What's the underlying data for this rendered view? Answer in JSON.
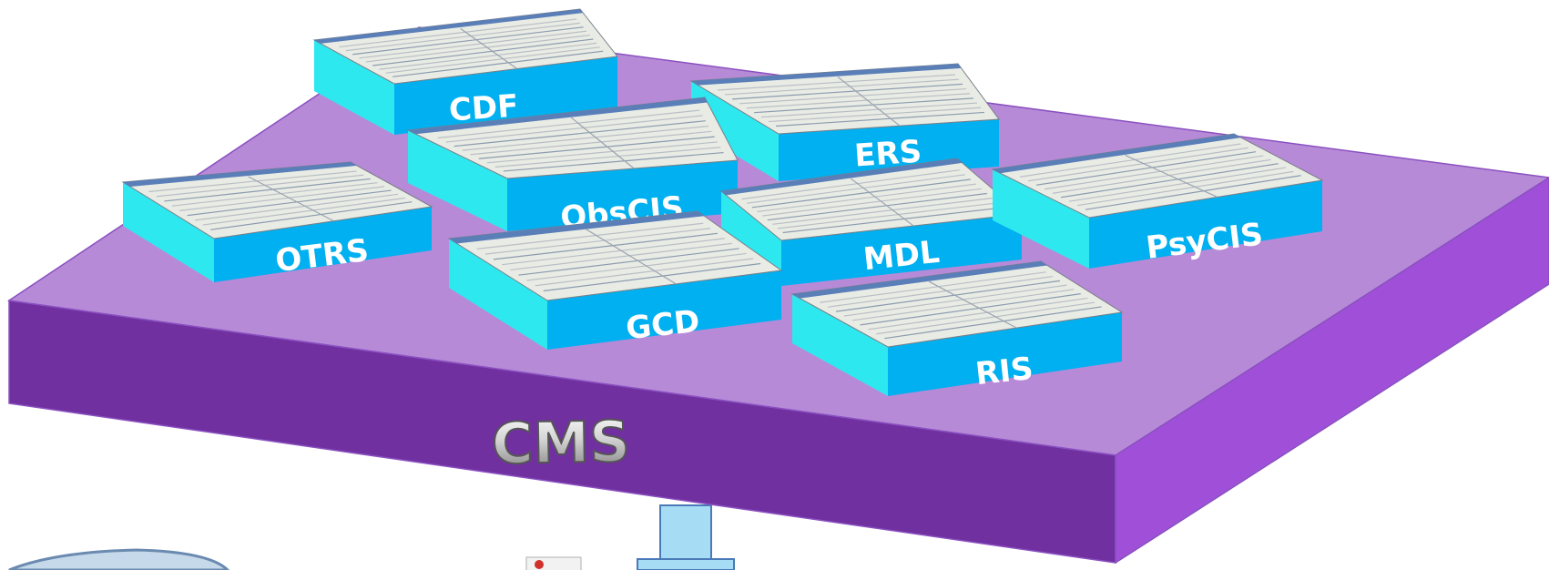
{
  "platform": {
    "label": "CMS",
    "colors": {
      "top": "#b78ad8",
      "front": "#7030a0",
      "right": "#a050d8",
      "edge": "#8a50c0"
    }
  },
  "connector": {
    "color": "#a7dcf5",
    "edge": "#4a7ab8"
  },
  "module_colors": {
    "front": "#00b0f0",
    "side": "#2ee8f0",
    "screen": "#e9ece4"
  },
  "modules": [
    {
      "id": "cdf",
      "label": "CDF"
    },
    {
      "id": "ers",
      "label": "ERS"
    },
    {
      "id": "obscis",
      "label": "ObsCIS"
    },
    {
      "id": "otrs",
      "label": "OTRS"
    },
    {
      "id": "mdl",
      "label": "MDL"
    },
    {
      "id": "psycis",
      "label": "PsyCIS"
    },
    {
      "id": "gcd",
      "label": "GCD"
    },
    {
      "id": "ris",
      "label": "RIS"
    }
  ]
}
